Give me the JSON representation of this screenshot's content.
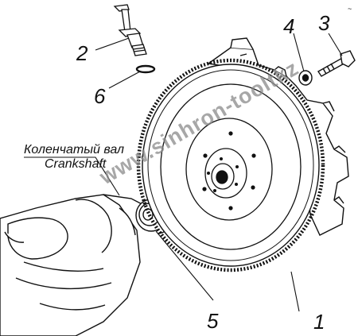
{
  "callouts": [
    "1",
    "2",
    "3",
    "4",
    "5",
    "6"
  ],
  "caption": {
    "ru": "Коленчатый вал",
    "en": "Crankshaft"
  },
  "watermark": "www.sinhron-tooltkz",
  "colors": {
    "ink": "#111111",
    "watermark": "#8a8a8a",
    "background": "#ffffff"
  }
}
